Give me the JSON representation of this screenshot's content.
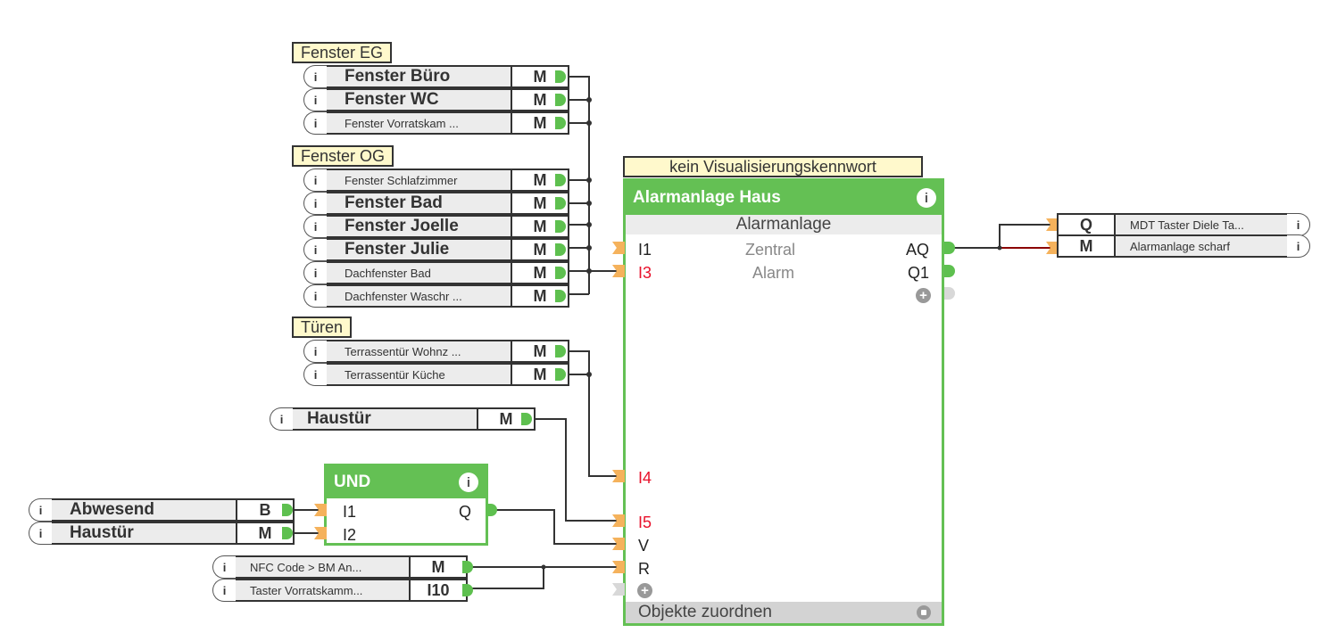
{
  "groups": {
    "fenster_eg": {
      "label": "Fenster EG",
      "items": [
        {
          "name": "Fenster Büro",
          "type": "M",
          "size": "big"
        },
        {
          "name": "Fenster WC",
          "type": "M",
          "size": "big"
        },
        {
          "name": "Fenster  Vorratskam ...",
          "type": "M",
          "size": "small"
        }
      ]
    },
    "fenster_og": {
      "label": "Fenster OG",
      "items": [
        {
          "name": "Fenster Schlafzimmer",
          "type": "M",
          "size": "small"
        },
        {
          "name": "Fenster Bad",
          "type": "M",
          "size": "big"
        },
        {
          "name": "Fenster Joelle",
          "type": "M",
          "size": "big"
        },
        {
          "name": "Fenster Julie",
          "type": "M",
          "size": "big"
        },
        {
          "name": "Dachfenster Bad",
          "type": "M",
          "size": "small"
        },
        {
          "name": "Dachfenster  Waschr ...",
          "type": "M",
          "size": "small"
        }
      ]
    },
    "tueren": {
      "label": "Türen",
      "items": [
        {
          "name": "Terrassentür  Wohnz ...",
          "type": "M",
          "size": "small"
        },
        {
          "name": "Terrassentür Küche",
          "type": "M",
          "size": "small"
        }
      ]
    }
  },
  "haustuer": {
    "name": "Haustür",
    "type": "M"
  },
  "und_inputs": [
    {
      "name": "Abwesend",
      "type": "B"
    },
    {
      "name": "Haustür",
      "type": "M"
    }
  ],
  "reset_inputs": [
    {
      "name": "NFC Code > BM An...",
      "type": "M"
    },
    {
      "name": "Taster  Vorratskamm...",
      "type": "I10"
    }
  ],
  "und_block": {
    "title": "UND",
    "inputs": [
      "I1",
      "I2"
    ],
    "output": "Q"
  },
  "alarm_block": {
    "password_label": "kein Visualisierungskennwort",
    "title": "Alarmanlage Haus",
    "subtitle": "Alarmanlage",
    "inputs": {
      "i1": "I1",
      "i3": "I3",
      "i4": "I4",
      "i5": "I5",
      "v": "V",
      "r": "R"
    },
    "center_labels": {
      "zentral": "Zentral",
      "alarm": "Alarm"
    },
    "outputs": {
      "aq": "AQ",
      "q1": "Q1"
    },
    "footer": "Objekte zuordnen"
  },
  "outputs": [
    {
      "type": "Q",
      "name": "MDT  Taster  Diele Ta..."
    },
    {
      "type": "M",
      "name": "Alarmanlage scharf"
    }
  ],
  "icons": {
    "info": "i",
    "plus": "+"
  },
  "colors": {
    "block_green": "#64c054",
    "port_in": "#f5b25c",
    "port_out": "#5ec04f",
    "label_bg": "#fff9cc",
    "negated_pin": "#e8102a",
    "active_wire": "#8b0000"
  }
}
